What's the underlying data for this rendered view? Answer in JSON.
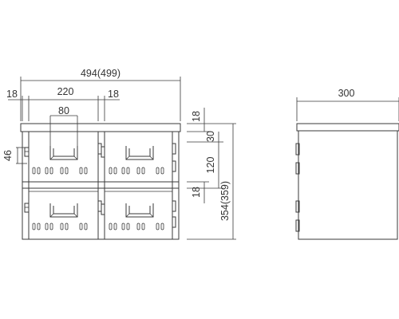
{
  "dimensions": {
    "overall_width": "494(499)",
    "left_margin": "18",
    "compartment_width": "220",
    "handle_width": "80",
    "center_gap": "18",
    "top_panel": "18",
    "top_gap": "30",
    "compartment_height": "120",
    "mid_panel": "18",
    "overall_height": "354(359)",
    "hinge_height": "46",
    "depth": "300"
  },
  "icons": [
    "handle-icon",
    "vent-hole-icon",
    "hinge-icon"
  ]
}
